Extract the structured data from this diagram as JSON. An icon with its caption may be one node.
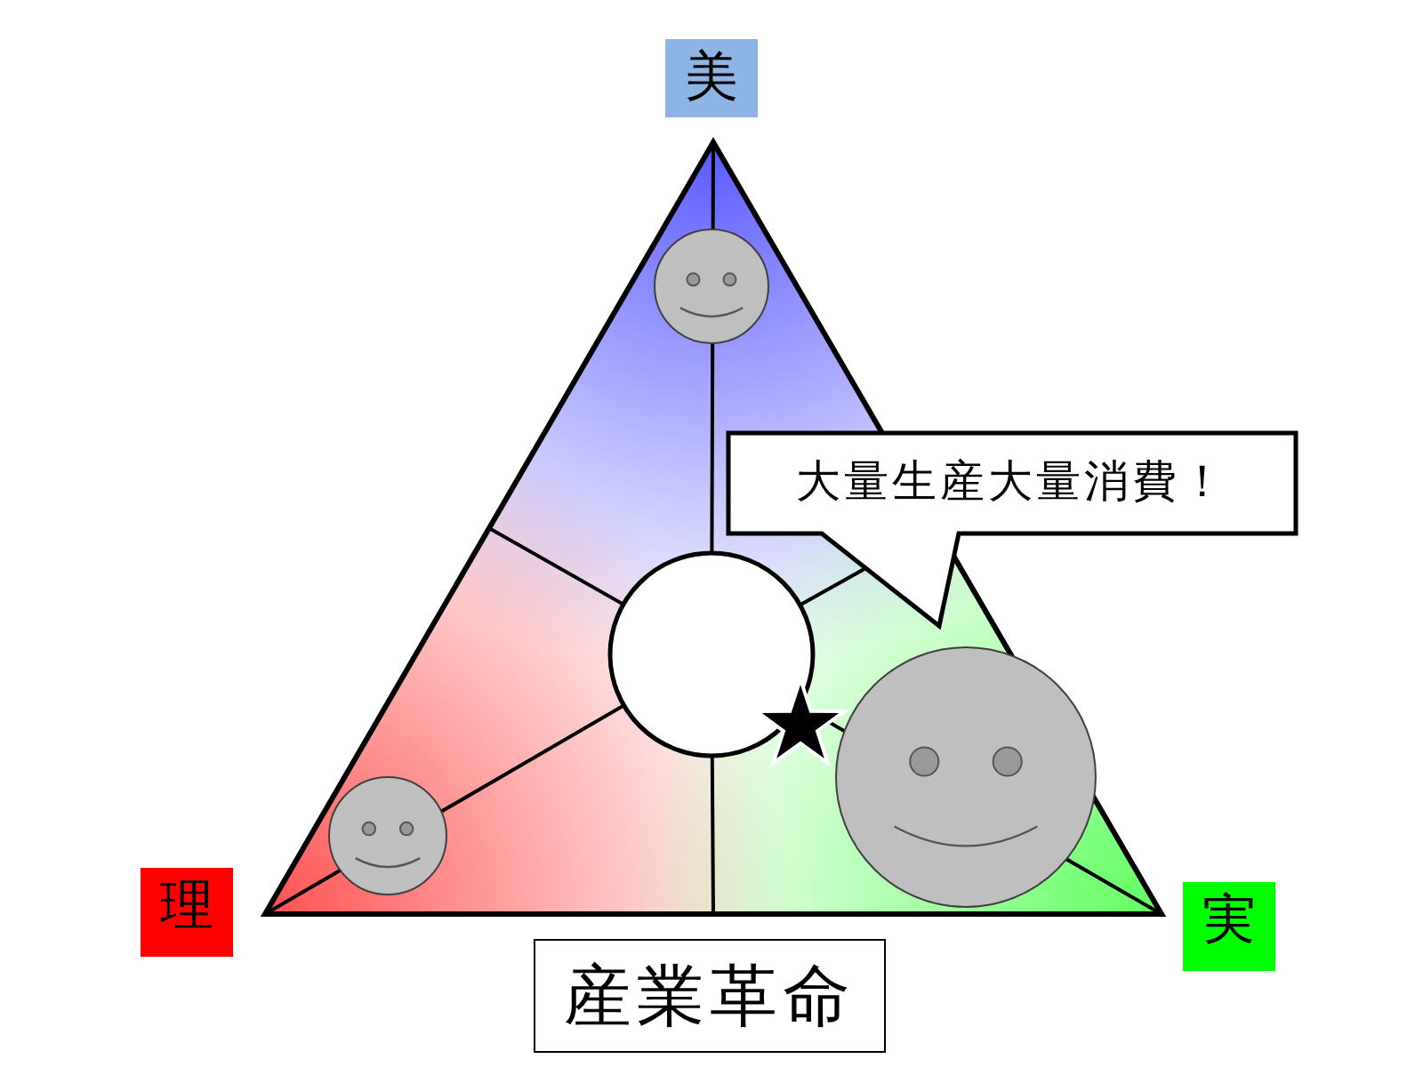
{
  "diagram": {
    "nodes": [
      {
        "text": [
          "美"
        ]
      },
      {
        "text": [
          "理"
        ]
      },
      {
        "text": [
          "実"
        ]
      },
      {
        "text": [
          "大量生産大量消費！"
        ]
      },
      {
        "text": [
          "産業革命"
        ]
      }
    ]
  }
}
